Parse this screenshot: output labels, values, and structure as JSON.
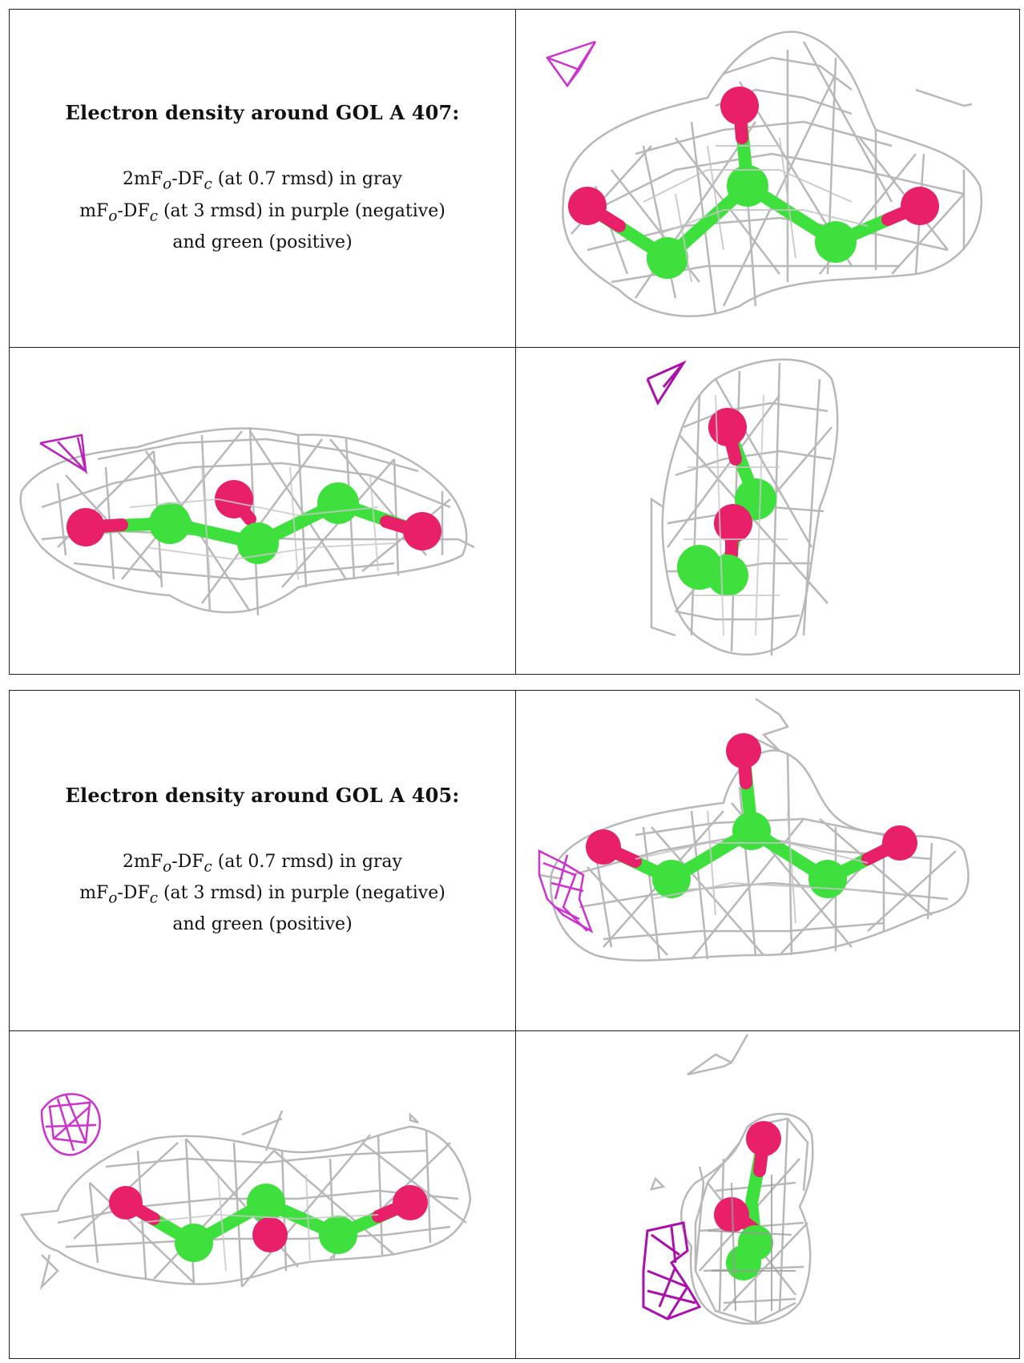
{
  "panels": [
    {
      "title": "Electron density around GOL A 407:",
      "line1_a": "2mF",
      "line1_sub1": "o",
      "line1_b": "-DF",
      "line1_sub2": "c",
      "line1_c": " (at 0.7 rmsd) in gray",
      "line2_a": "mF",
      "line2_sub1": "o",
      "line2_b": "-DF",
      "line2_sub2": "c",
      "line2_c": " (at 3 rmsd) in purple (negative)",
      "line3": "and green (positive)"
    },
    {
      "title": "Electron density around GOL A 405:",
      "line1_a": "2mF",
      "line1_sub1": "o",
      "line1_b": "-DF",
      "line1_sub2": "c",
      "line1_c": " (at 0.7 rmsd) in gray",
      "line2_a": "mF",
      "line2_sub1": "o",
      "line2_b": "-DF",
      "line2_sub2": "c",
      "line2_c": " (at 3 rmsd) in purple (negative)",
      "line3": "and green (positive)"
    }
  ],
  "colors": {
    "mesh": "#b8b8b8",
    "oxygen": "#e8206a",
    "carbon": "#3ee03e",
    "negative_density": "#cc33cc"
  }
}
